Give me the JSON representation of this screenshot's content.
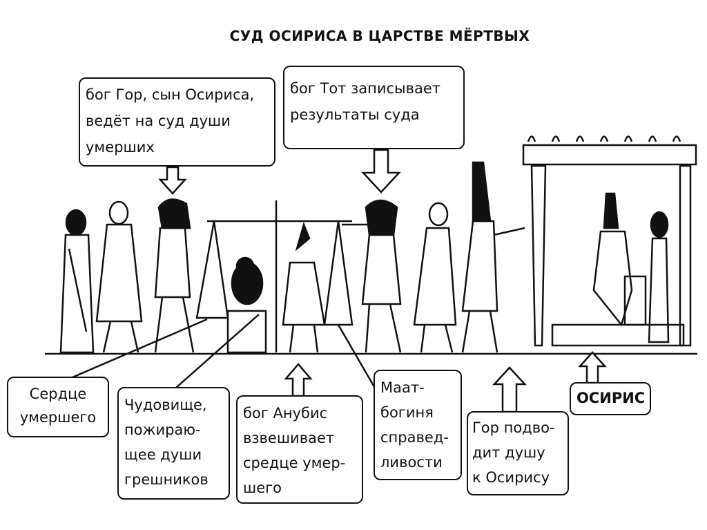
{
  "title": "СУД ОСИРИСА В ЦАРСТВЕ МЁРТВЫХ",
  "labels": {
    "horus_leads": [
      "бог Гор, сын Осириса,",
      "ведёт на суд души",
      "умерших"
    ],
    "thoth": [
      "бог Тот записывает",
      "результаты суда"
    ],
    "heart": [
      "Сердце",
      "умершего"
    ],
    "monster": [
      "Чудовище,",
      "пожираю-",
      "щее души",
      "грешников"
    ],
    "anubis": [
      "бог Анубис",
      "взвешивает",
      "средце умер-",
      "шего"
    ],
    "maat": [
      "Маат-",
      "богиня",
      "справед-",
      "ливости"
    ],
    "horus_brings": [
      "Гор подво-",
      "дит душу",
      "к Осирису"
    ],
    "osiris": [
      "ОСИРИС"
    ]
  }
}
